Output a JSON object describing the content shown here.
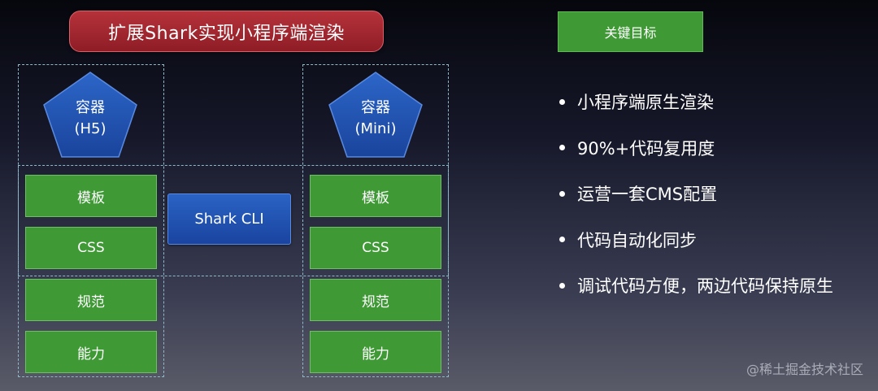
{
  "title": "扩展Shark实现小程序端渲染",
  "goal_label": "关键目标",
  "colors": {
    "title_red": "#a8262f",
    "green": "#3f9a36",
    "blue": "#1f55b5",
    "dashed": "#8fb8c8"
  },
  "left_column": {
    "container_line1": "容器",
    "container_line2": "(H5)",
    "boxes": [
      "模板",
      "CSS",
      "规范",
      "能力"
    ]
  },
  "right_column": {
    "container_line1": "容器",
    "container_line2": "(Mini)",
    "boxes": [
      "模板",
      "CSS",
      "规范",
      "能力"
    ]
  },
  "cli_label": "Shark CLI",
  "goals": [
    "小程序端原生渲染",
    "90%+代码复用度",
    "运营一套CMS配置",
    "代码自动化同步",
    "调试代码方便，两边代码保持原生"
  ],
  "watermark": "@稀土掘金技术社区"
}
